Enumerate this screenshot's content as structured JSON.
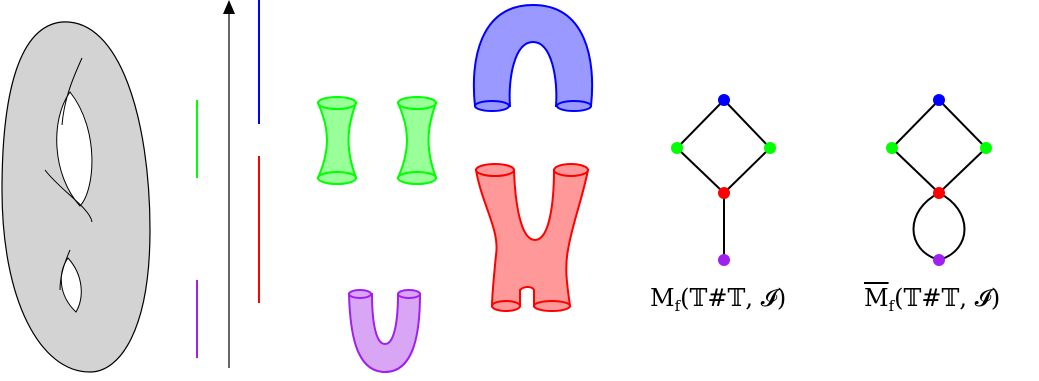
{
  "colors": {
    "surface_fill": "#d3d3d3",
    "green": "#00ff00",
    "green_fill": "#99ff99",
    "blue": "#0000ff",
    "blue_fill": "#9999ff",
    "red": "#ff0000",
    "red_fill": "#ff9999",
    "purple": "#a020f0",
    "purple_fill": "#d9a6f5",
    "ink": "#000000"
  },
  "captions": {
    "graph_1": {
      "base": "M",
      "sub": "f",
      "args": "(𝕋#𝕋, 𝓘)"
    },
    "graph_2": {
      "base": "M",
      "sub": "f",
      "args": "(𝕋#𝕋, 𝓘)"
    }
  }
}
